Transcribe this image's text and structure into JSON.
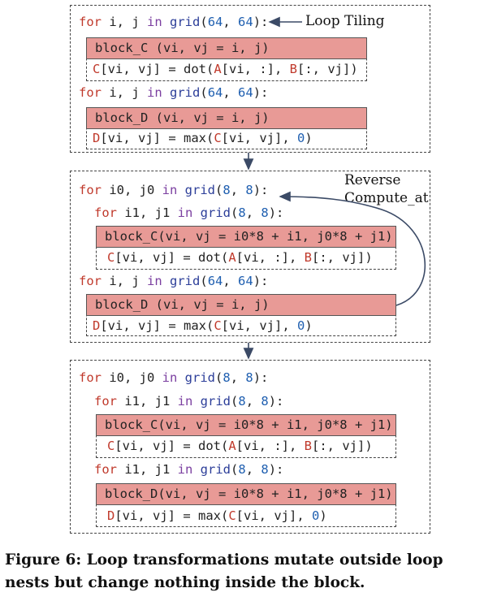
{
  "panel1": {
    "loop1": "for i, j in grid(64, 64):",
    "block_c": "block_C (vi, vj = i, j)",
    "stmt_c": "C[vi, vj] = dot(A[vi, :], B[:, vj])",
    "loop2": "for i, j in grid(64, 64):",
    "block_d": "block_D (vi, vj = i, j)",
    "stmt_d": "D[vi, vj] = max(C[vi, vj], 0)",
    "annotation": "Loop Tiling"
  },
  "panel2": {
    "loop_outer": "for i0, j0 in grid(8, 8):",
    "loop_inner": "for i1, j1 in grid(8, 8):",
    "block_c": "block_C(vi, vj = i0*8 + i1, j0*8 + j1)",
    "stmt_c": "C[vi, vj] = dot(A[vi, :], B[:, vj])",
    "loop2": "for i, j in grid(64, 64):",
    "block_d": "block_D (vi, vj = i, j)",
    "stmt_d": "D[vi, vj] = max(C[vi, vj], 0)",
    "annotation_line1": "Reverse",
    "annotation_line2": "Compute_at"
  },
  "panel3": {
    "loop_outer": "for i0, j0 in grid(8, 8):",
    "loop_inner1": "for i1, j1 in grid(8, 8):",
    "block_c": "block_C(vi, vj = i0*8 + i1, j0*8 + j1)",
    "stmt_c": "C[vi, vj] = dot(A[vi, :], B[:, vj])",
    "loop_inner2": "for i1, j1 in grid(8, 8):",
    "block_d": "block_D(vi, vj = i0*8 + i1, j0*8 + j1)",
    "stmt_d": "D[vi, vj] = max(C[vi, vj], 0)"
  },
  "caption": "Figure 6: Loop transformations mutate outside loop nests but change nothing inside the block.",
  "colors": {
    "block_fill": "#e89a96",
    "keyword": "#c0392b",
    "number": "#1f5fb0",
    "arrow": "#3b4a66"
  }
}
